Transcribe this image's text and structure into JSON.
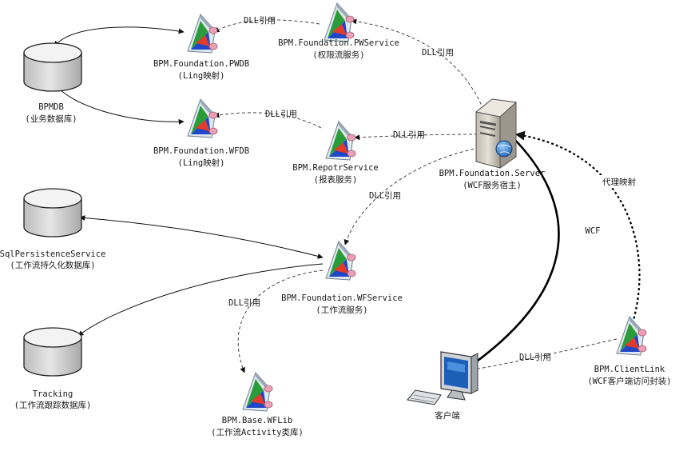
{
  "nodes": {
    "bpmdb": {
      "name": "BPMDB",
      "sub": "(业务数据库)"
    },
    "sqlps": {
      "name": "SqlPersistenceService",
      "sub": "(工作流持久化数据库)"
    },
    "tracking": {
      "name": "Tracking",
      "sub": "(工作流跟踪数据库)"
    },
    "pwdb": {
      "name": "BPM.Foundation.PWDB",
      "sub": "(Ling映射)"
    },
    "wfdb": {
      "name": "BPM.Foundation.WFDB",
      "sub": "(Ling映射)"
    },
    "pwservice": {
      "name": "BPM.Foundation.PWService",
      "sub": "(权限流服务)"
    },
    "report": {
      "name": "BPM.RepotrService",
      "sub": "(报表服务)"
    },
    "server": {
      "name": "BPM.Foundation.Server",
      "sub": "(WCF服务宿主)"
    },
    "wfservice": {
      "name": "BPM.Foundation.WFService",
      "sub": "(工作流服务)"
    },
    "wflib": {
      "name": "BPM.Base.WFLib",
      "sub": "(工作流Activity类库)"
    },
    "clientlink": {
      "name": "BPM.ClientLink",
      "sub": "(WCF客户端访问封装)"
    },
    "client": {
      "name": "客户端"
    }
  },
  "edges": {
    "pw_pwdb": "DLL引用",
    "pw_server": "DLL引用",
    "report_wfdb": "DLL引用",
    "server_report": "DLL引用",
    "server_wfservice": "DLL引用",
    "wfservice_wflib": "DLL引用",
    "server_client": "WCF",
    "clientlink_server": "代理映射",
    "clientlink_client": "DLL引用"
  },
  "colors": {
    "line": "#111111",
    "db_top": "#f2f2f2",
    "db_body": "#c9c9c9"
  }
}
